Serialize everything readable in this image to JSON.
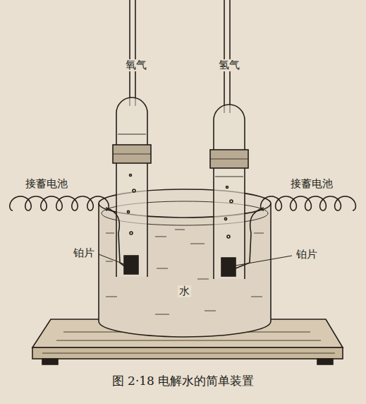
{
  "diagram": {
    "caption": "图 2·18 电解水的简单装置",
    "labels": [
      "氧气",
      "氢气",
      "接蓄电池",
      "接蓄电池",
      "铂片",
      "铂片",
      "水"
    ]
  }
}
